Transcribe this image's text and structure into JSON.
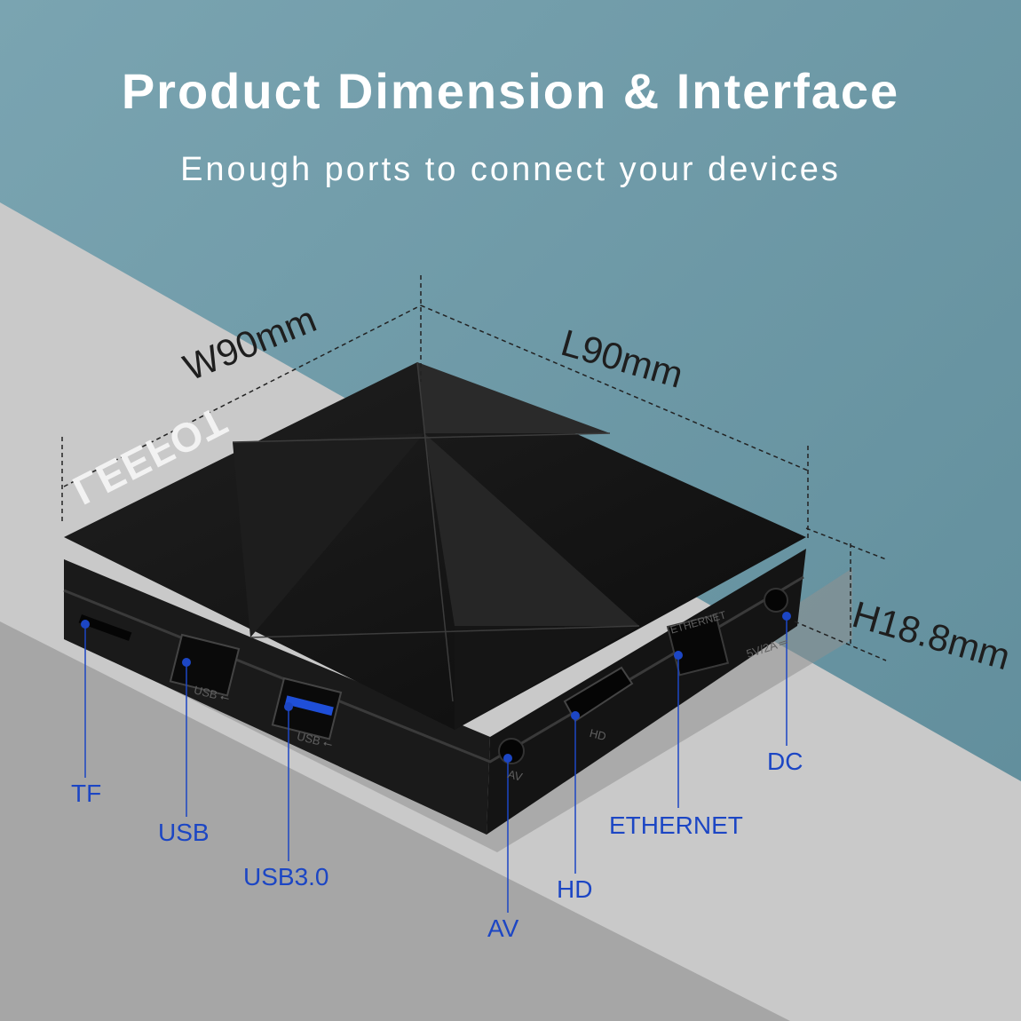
{
  "header": {
    "title": "Product Dimension & Interface",
    "subtitle": "Enough ports to connect your devices"
  },
  "dimensions": {
    "width": "W90mm",
    "length": "L90mm",
    "height": "H18.8mm"
  },
  "ports": {
    "tf": "TF",
    "usb": "USB",
    "usb3": "USB3.0",
    "av": "AV",
    "hd": "HD",
    "ethernet": "ETHERNET",
    "dc": "DC"
  },
  "device_markings": {
    "usb_1": "USB ⭠",
    "usb_2": "USB ⭠",
    "av": "AV",
    "hd": "HD",
    "ethernet": "ETHERNET",
    "dc": "5V/2A ═"
  },
  "brand": "LEEFOT",
  "colors": {
    "background_top": "#6f9aa7",
    "background_floor": "#c7c7c7",
    "label_blue": "#1c46c4",
    "device_black": "#111111"
  }
}
